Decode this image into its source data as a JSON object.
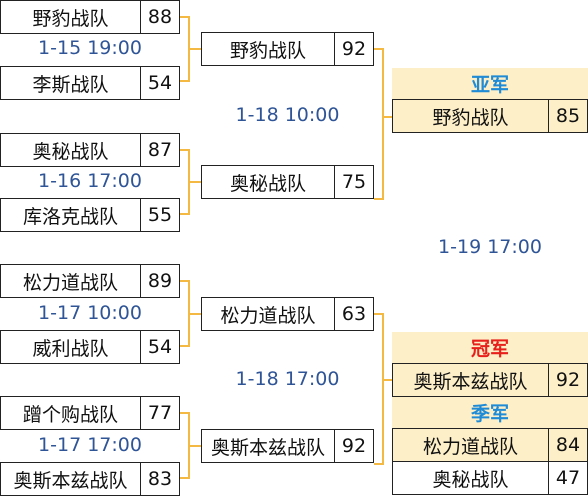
{
  "round1": [
    {
      "team_a": "野豹战队",
      "score_a": "88",
      "time": "1-15 19:00",
      "team_b": "李斯战队",
      "score_b": "54"
    },
    {
      "team_a": "奥秘战队",
      "score_a": "87",
      "time": "1-16 17:00",
      "team_b": "库洛克战队",
      "score_b": "55"
    },
    {
      "team_a": "松力道战队",
      "score_a": "89",
      "time": "1-17 10:00",
      "team_b": "威利战队",
      "score_b": "54"
    },
    {
      "team_a": "蹭个购战队",
      "score_a": "77",
      "time": "1-17 17:00",
      "team_b": "奥斯本兹战队",
      "score_b": "83"
    }
  ],
  "round2": [
    {
      "team": "野豹战队",
      "score": "92"
    },
    {
      "team": "奥秘战队",
      "score": "75"
    },
    {
      "team": "松力道战队",
      "score": "63"
    },
    {
      "team": "奥斯本兹战队",
      "score": "92"
    }
  ],
  "semi_times": [
    "1-18 10:00",
    "1-18 17:00"
  ],
  "final_time": "1-19 17:00",
  "runner_up": {
    "label": "亚军",
    "team": "野豹战队",
    "score": "85"
  },
  "champion": {
    "label": "冠军",
    "team": "奥斯本兹战队",
    "score": "92"
  },
  "third_place": {
    "label": "季军",
    "team_a": "松力道战队",
    "score_a": "84",
    "team_b": "奥秘战队",
    "score_b": "47"
  },
  "colors": {
    "bracket": "#f4b942",
    "time_text": "#2f5597",
    "highlight_bg": "#fdefc8",
    "silver_label": "#1f8bd6",
    "gold_label": "#e8201c"
  }
}
